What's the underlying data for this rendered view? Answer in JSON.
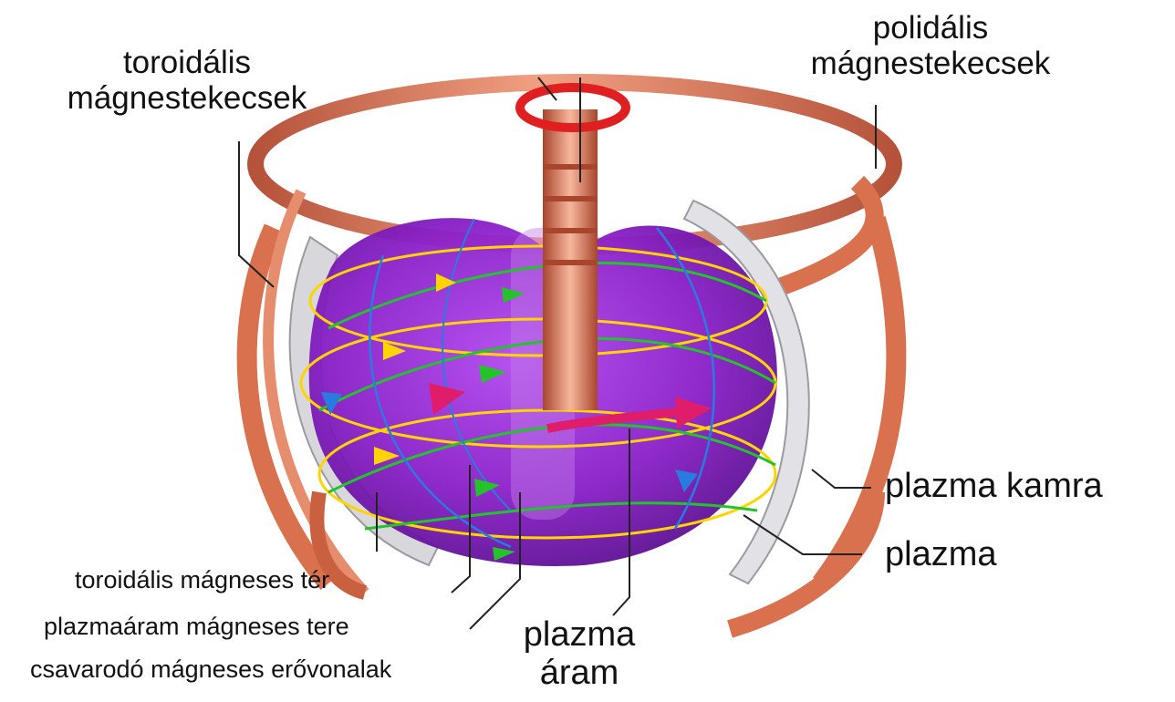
{
  "diagram": {
    "labels": {
      "toroidal_coils": "toroidális\nmágnestekecsek",
      "poloidal_coils": "polidális\nmágnestekecsek",
      "plasma_chamber": "plazma kamra",
      "plasma": "plazma",
      "plasma_current": "plazma\náram",
      "toroidal_field": "toroidális mágneses tér",
      "plasma_current_field": "plazmaáram mágneses tere",
      "helical_field_lines": "csavarodó mágneses erővonalak"
    },
    "colors": {
      "coil": "#d9714f",
      "coil_dark": "#a8452d",
      "plasma": "#8a1fc9",
      "chamber": "#d8d8dc",
      "toroidal_field_line": "#ffd400",
      "poloidal_field_line": "#23c42a",
      "helical_line": "#2a7be0",
      "current_arrow": "#e01d6a",
      "ring": "#e02020"
    }
  }
}
